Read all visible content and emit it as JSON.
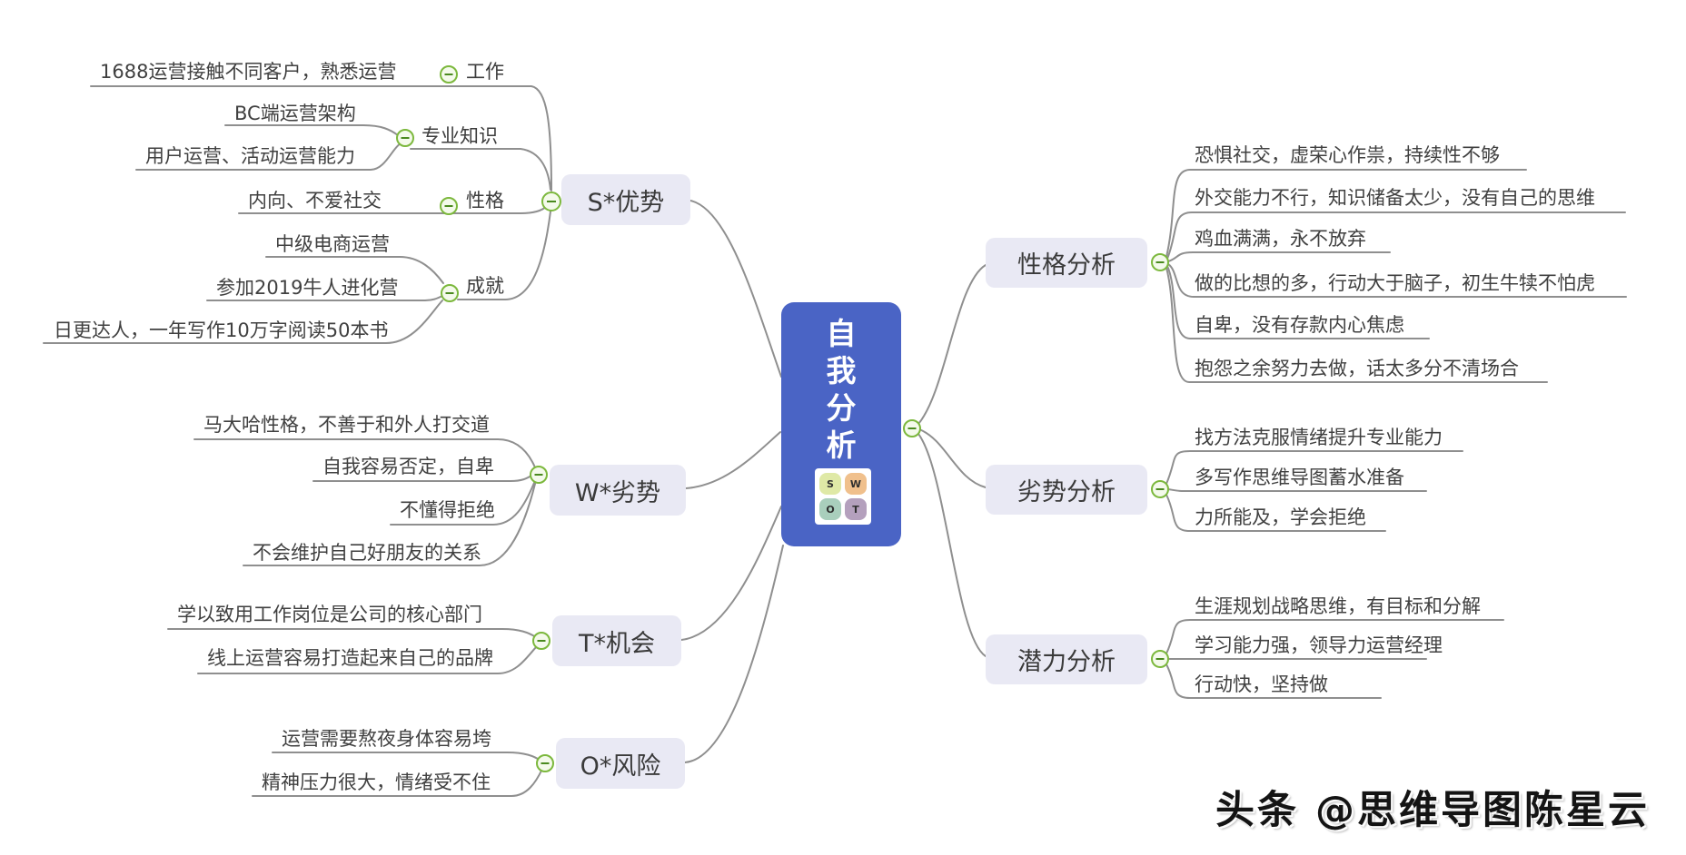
{
  "central": {
    "label": "自我分析",
    "label_vertical": "自\n我\n分\n析",
    "swot": [
      {
        "letter": "S",
        "color": "#dfe9a6"
      },
      {
        "letter": "W",
        "color": "#f0c08c"
      },
      {
        "letter": "O",
        "color": "#a9cebc"
      },
      {
        "letter": "T",
        "color": "#b4a0bd"
      }
    ]
  },
  "left": [
    {
      "label": "S*优势",
      "children": [
        {
          "label": "工作",
          "children": [
            "1688运营接触不同客户，熟悉运营"
          ]
        },
        {
          "label": "专业知识",
          "children": [
            "BC端运营架构",
            "用户运营、活动运营能力"
          ]
        },
        {
          "label": "性格",
          "children": [
            "内向、不爱社交"
          ]
        },
        {
          "label": "成就",
          "children": [
            "中级电商运营",
            "参加2019牛人进化营",
            "日更达人，一年写作10万字阅读50本书"
          ]
        }
      ]
    },
    {
      "label": "W*劣势",
      "children": [
        "马大哈性格，不善于和外人打交道",
        "自我容易否定，自卑",
        "不懂得拒绝",
        "不会维护自己好朋友的关系"
      ]
    },
    {
      "label": "T*机会",
      "children": [
        "学以致用工作岗位是公司的核心部门",
        "线上运营容易打造起来自己的品牌"
      ]
    },
    {
      "label": "O*风险",
      "children": [
        "运营需要熬夜身体容易垮",
        "精神压力很大，情绪受不住"
      ]
    }
  ],
  "right": [
    {
      "label": "性格分析",
      "children": [
        "恐惧社交，虚荣心作祟，持续性不够",
        "外交能力不行，知识储备太少，没有自己的思维",
        "鸡血满满，永不放弃",
        "做的比想的多，行动大于脑子，初生牛犊不怕虎",
        "自卑，没有存款内心焦虑",
        "抱怨之余努力去做，话太多分不清场合"
      ]
    },
    {
      "label": "劣势分析",
      "children": [
        "找方法克服情绪提升专业能力",
        "多写作思维导图蓄水准备",
        "力所能及，学会拒绝"
      ]
    },
    {
      "label": "潜力分析",
      "children": [
        "生涯规划战略思维，有目标和分解",
        "学习能力强，领导力运营经理",
        "行动快，坚持做"
      ]
    }
  ],
  "watermark": {
    "text": "头条 @思维导图陈星云"
  },
  "colors": {
    "central_bg": "#4a64c5",
    "node_bg": "#e9e9f4",
    "line": "#8f8f8f",
    "collapse_stroke": "#7cb83d",
    "collapse_fill": "#f4faeb",
    "collapse_minus": "#4a8a1f",
    "text": "#404040"
  }
}
